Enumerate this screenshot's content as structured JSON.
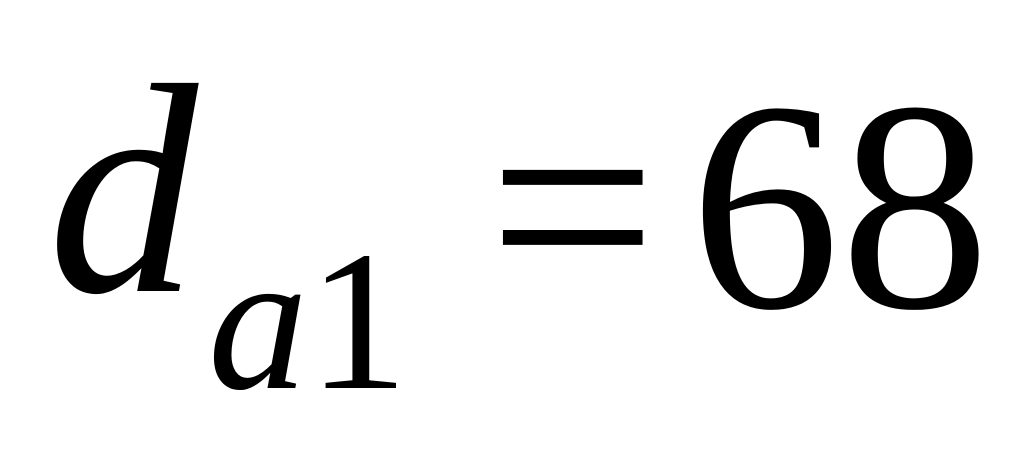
{
  "formula": {
    "variable": "d",
    "subscript_letter": "a",
    "subscript_number": "1",
    "operator": "=",
    "value": "68"
  }
}
